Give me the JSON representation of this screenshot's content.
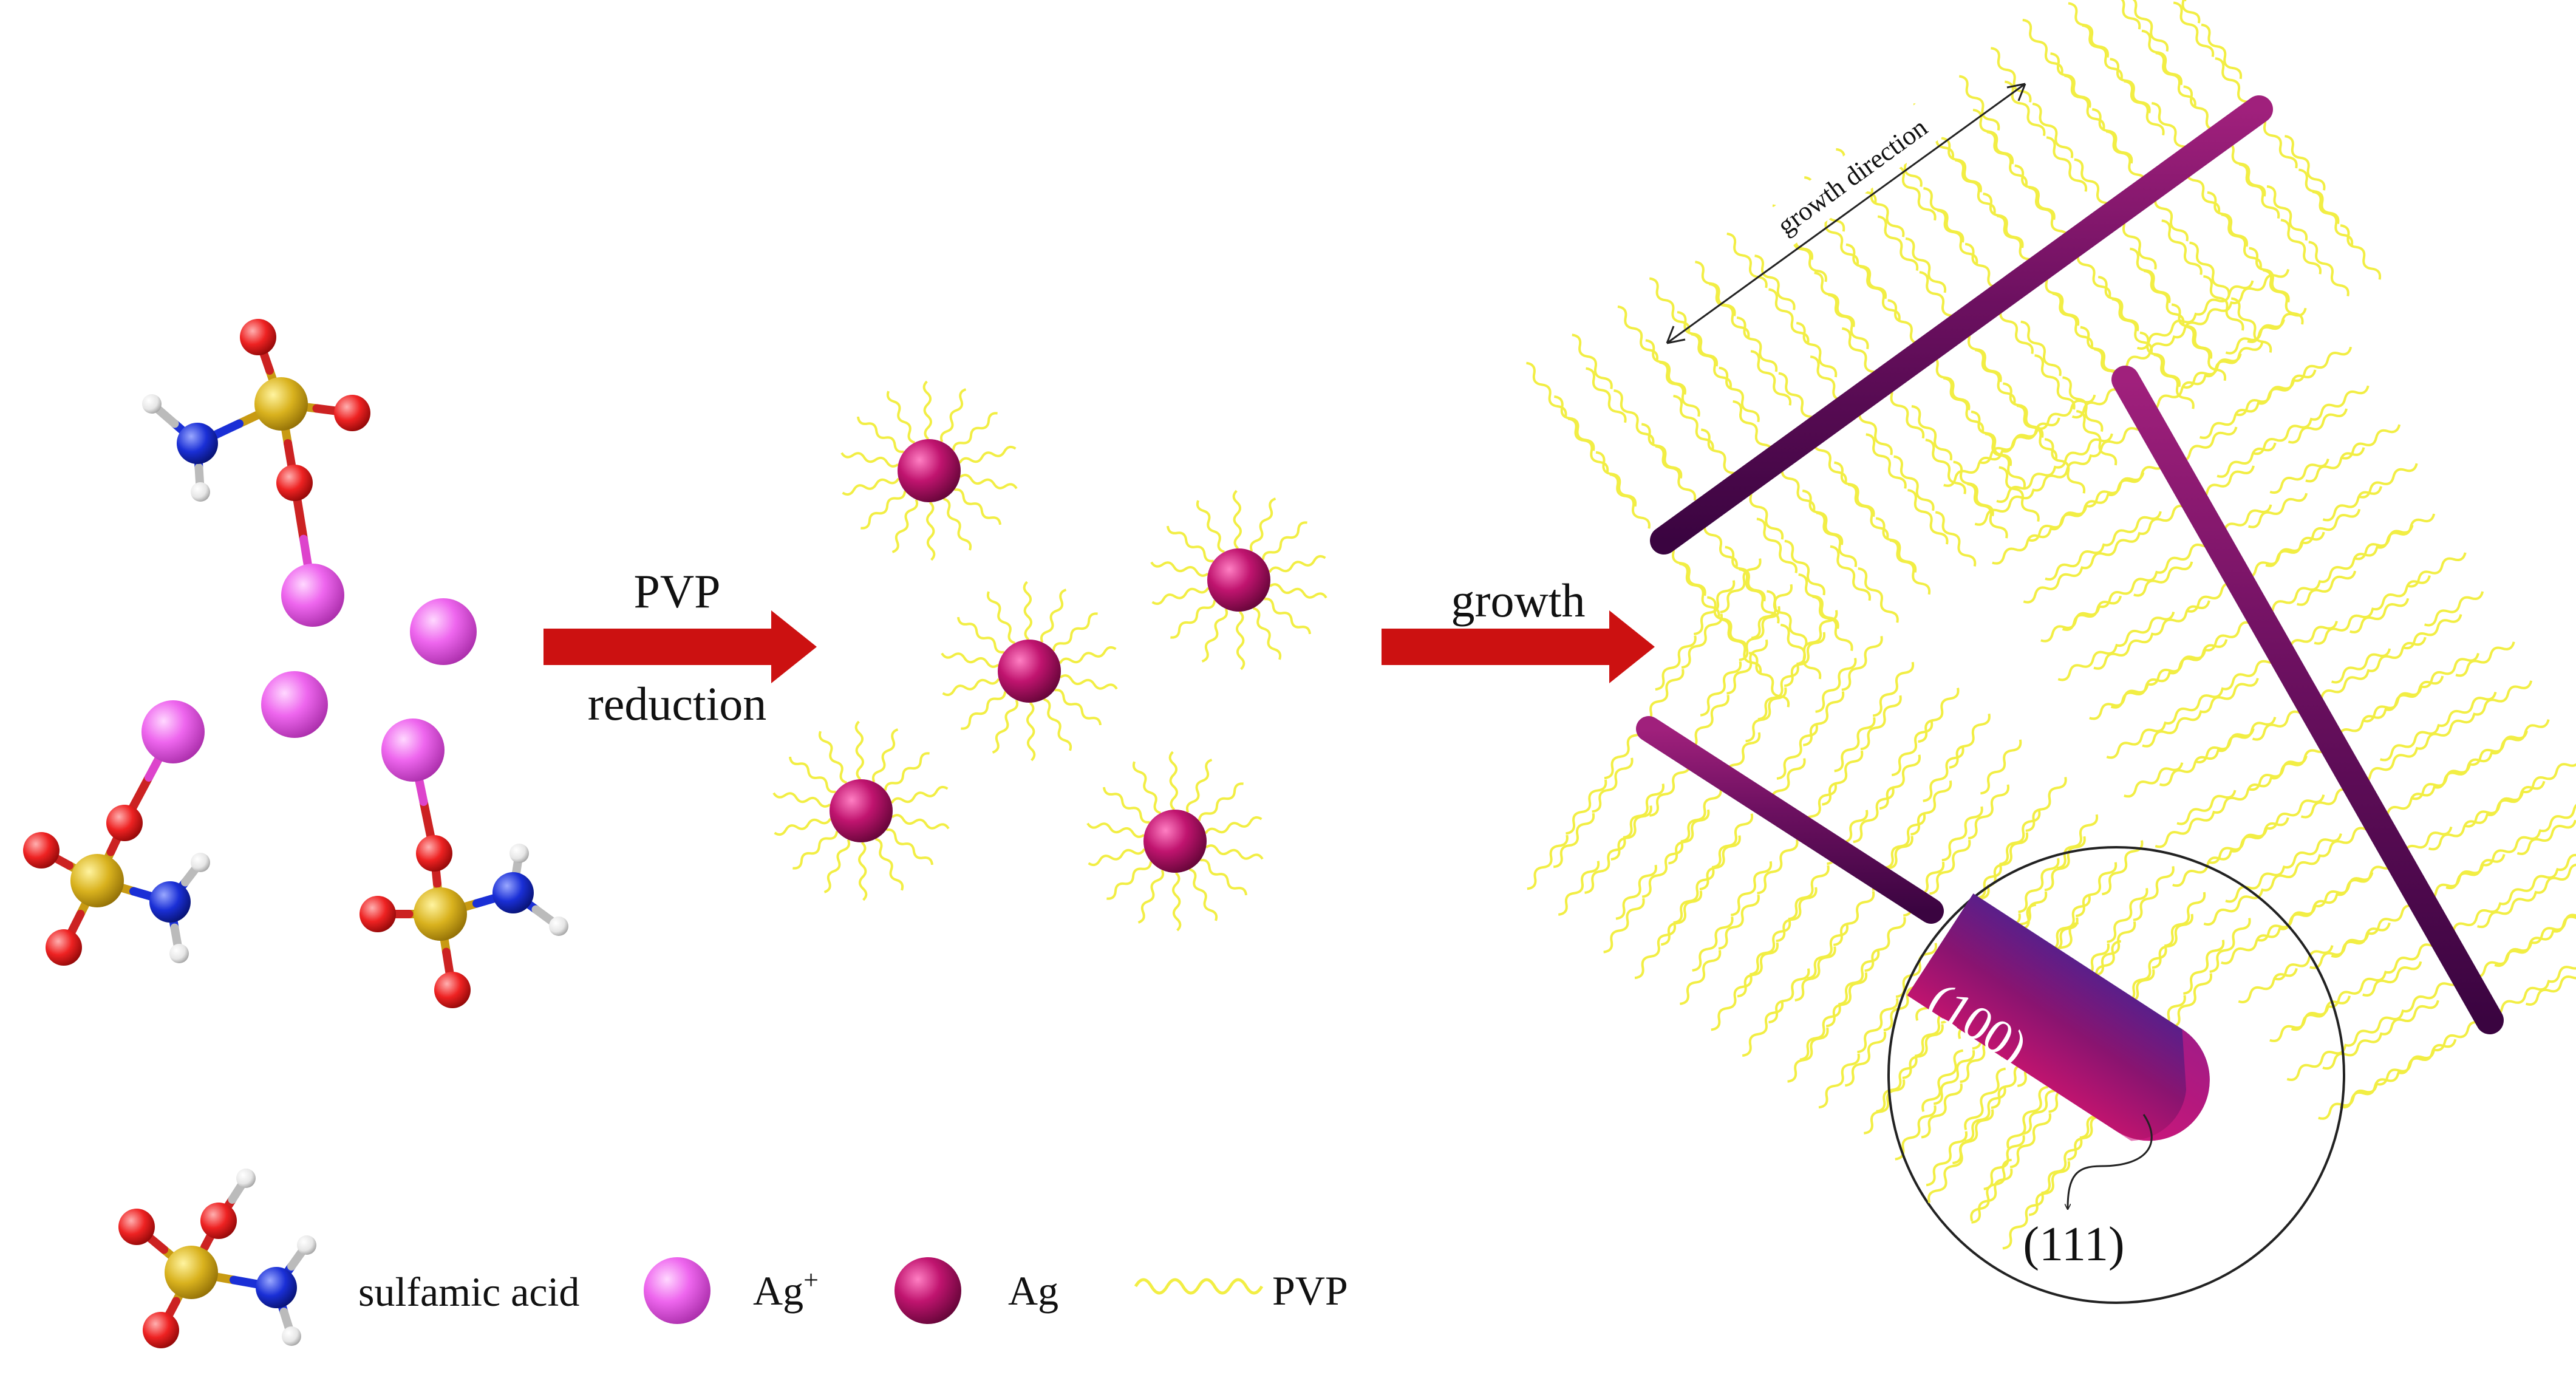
{
  "colors": {
    "ag_ion": "#ee66ee",
    "ag_atom": "#c0146f",
    "pvp": "#f2ee44",
    "arrow": "#cc1111",
    "rod": "#7a1060",
    "oxygen": "#ee2222",
    "sulfur": "#d9b21e",
    "nitrogen": "#1a2fd6",
    "hydrogen": "#e8e8e8",
    "bond": "#cc2222"
  },
  "steps": {
    "step1": {
      "top": "PVP",
      "bottom": "reduction"
    },
    "step2": {
      "label": "growth"
    }
  },
  "nanowire": {
    "growth_direction": "growth direction",
    "facet_side": "(100)",
    "facet_tip": "(111)"
  },
  "legend": {
    "sulfamic_acid": "sulfamic acid",
    "ag_ion_base": "Ag",
    "ag_ion_charge": "+",
    "ag_atom": "Ag",
    "pvp": "PVP"
  }
}
